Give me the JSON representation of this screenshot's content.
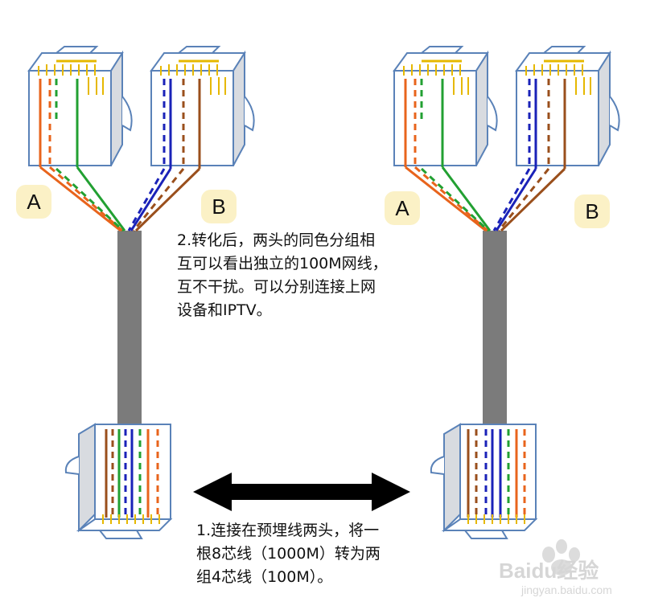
{
  "labels": {
    "left_a": "A",
    "left_b": "B",
    "right_a": "A",
    "right_b": "B"
  },
  "notes": {
    "note_top": "2.转化后，两头的同色分组相\n互可以看出独立的100M网线，\n互不干扰。可以分别连接上网\n设备和IPTV。",
    "note_bottom": "1.连接在预埋线两头，将一\n根8芯线（1000M）转为两\n组4芯线（100M）。"
  },
  "watermark": {
    "brand": "Baidu经验",
    "url": "jingyan.baidu.com"
  },
  "colors": {
    "cable": "#7b7b7b",
    "orange": "#e8641c",
    "green": "#22a032",
    "blue": "#1a22b8",
    "brown": "#9a4f1c",
    "connector_stroke": "#5a82b8",
    "connector_side": "#d8dbe0",
    "pin": "#e6b800",
    "arrow": "#000000"
  }
}
